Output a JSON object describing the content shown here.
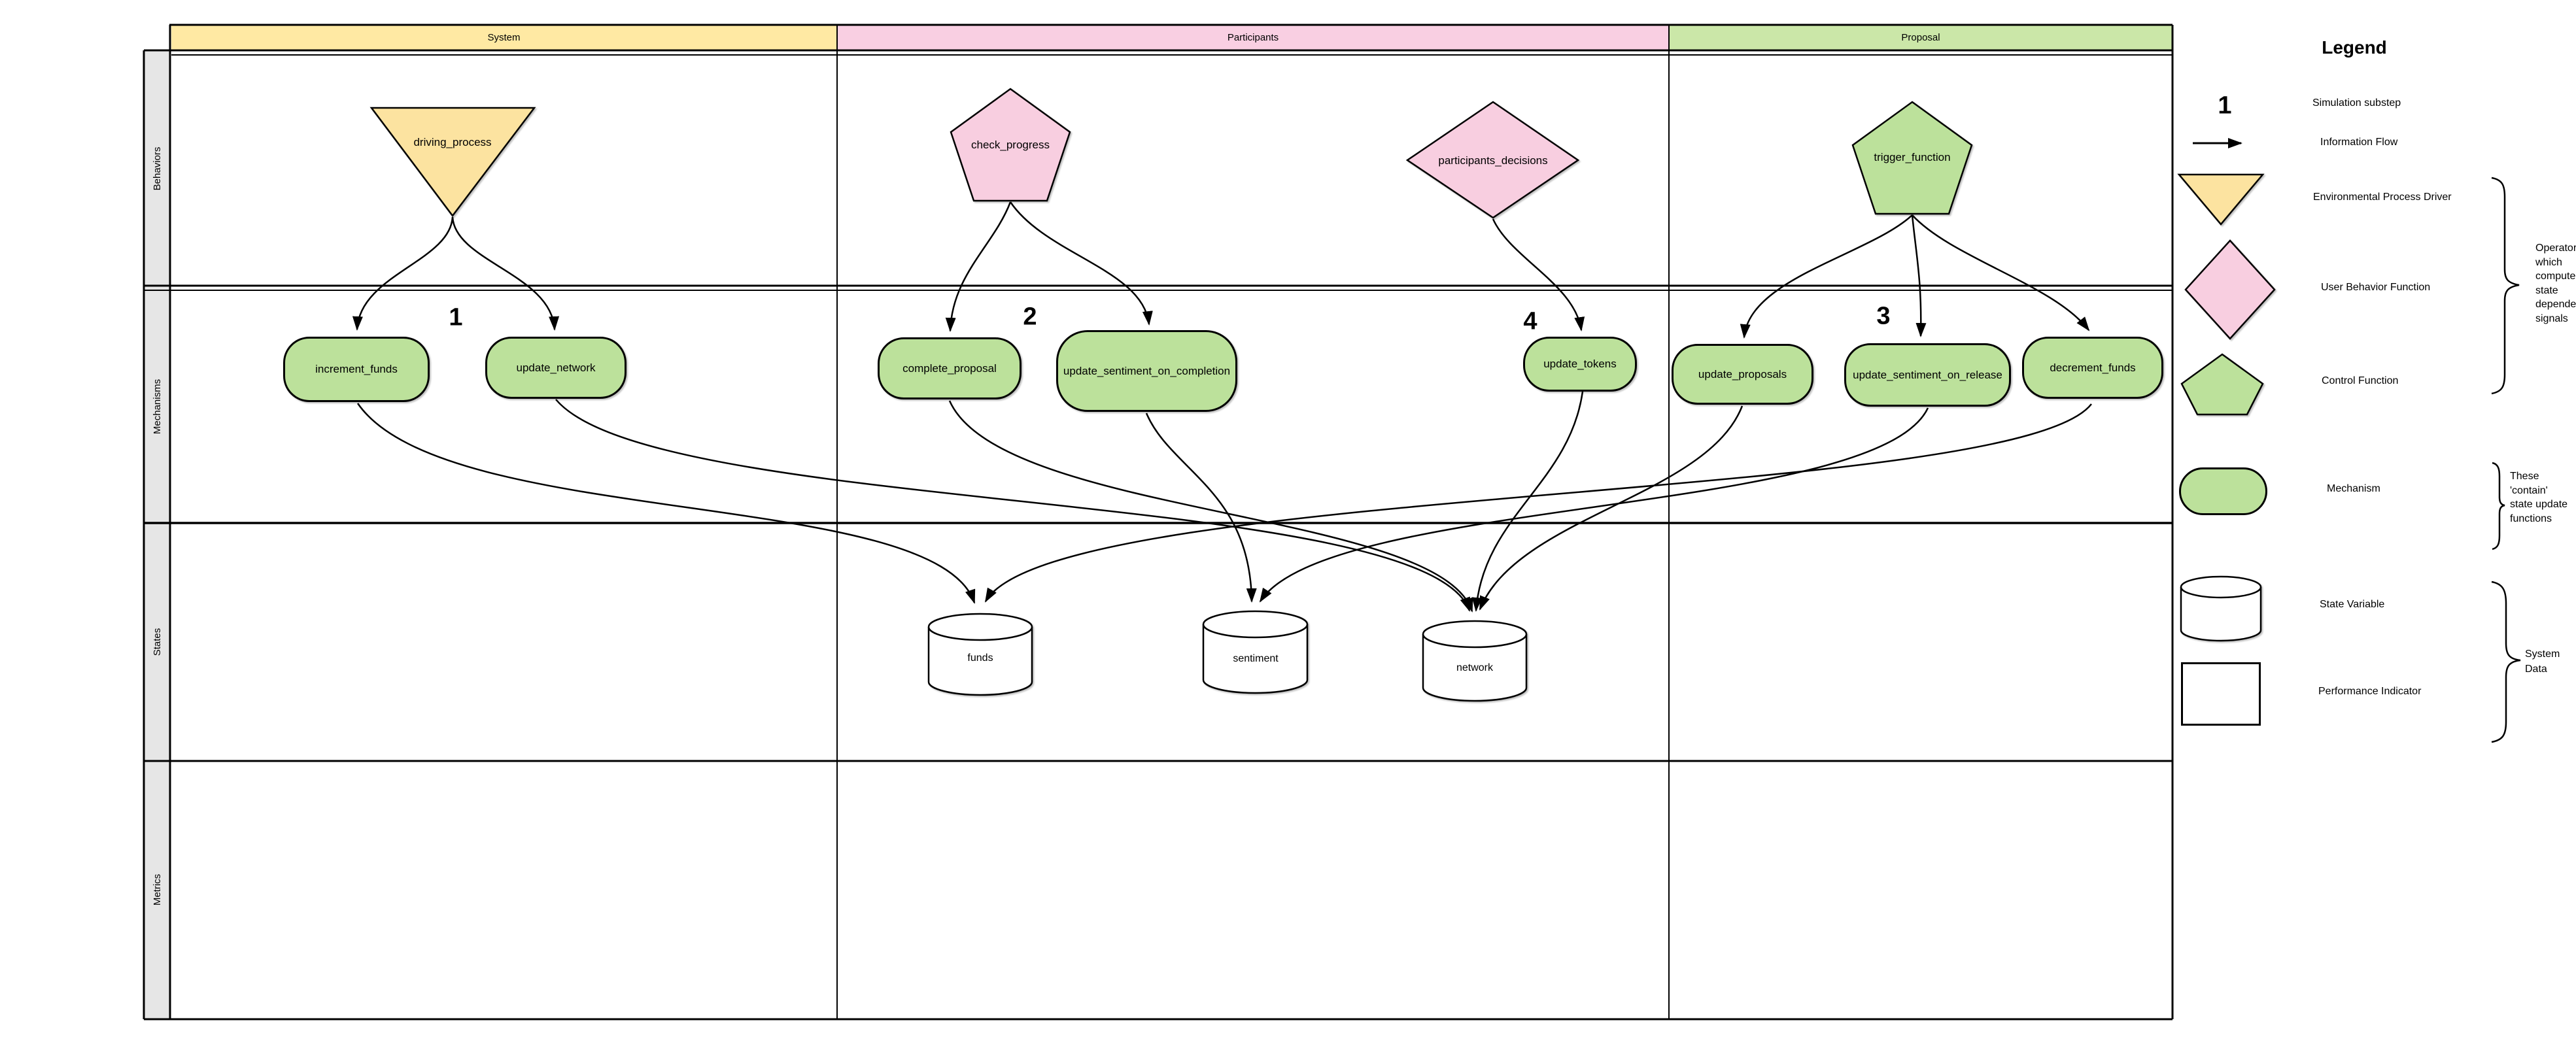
{
  "diagram": {
    "columns": [
      {
        "label": "System"
      },
      {
        "label": "Participants"
      },
      {
        "label": "Proposal"
      }
    ],
    "rows": [
      {
        "label": "Behaviors"
      },
      {
        "label": "Mechanisms"
      },
      {
        "label": "States"
      },
      {
        "label": "Metrics"
      }
    ],
    "behaviors": [
      {
        "label": "driving_process",
        "shape": "triangle-down",
        "column": "System"
      },
      {
        "label": "check_progress",
        "shape": "pentagon",
        "column": "Participants"
      },
      {
        "label": "participants_decisions",
        "shape": "diamond",
        "column": "Participants"
      },
      {
        "label": "trigger_function",
        "shape": "pentagon",
        "column": "Proposal"
      }
    ],
    "substeps": [
      "1",
      "2",
      "4",
      "3"
    ],
    "mechanisms": [
      {
        "label": "increment_funds"
      },
      {
        "label": "update_network"
      },
      {
        "label": "complete_proposal"
      },
      {
        "label": "update_sentiment_on_completion"
      },
      {
        "label": "update_tokens"
      },
      {
        "label": "update_proposals"
      },
      {
        "label": "update_sentiment_on_release"
      },
      {
        "label": "decrement_funds"
      }
    ],
    "states": [
      {
        "label": "funds"
      },
      {
        "label": "sentiment"
      },
      {
        "label": "network"
      }
    ],
    "flows": [
      "driving_process->increment_funds",
      "driving_process->update_network",
      "check_progress->complete_proposal",
      "check_progress->update_sentiment_on_completion",
      "participants_decisions->update_tokens",
      "trigger_function->update_proposals",
      "trigger_function->update_sentiment_on_release",
      "trigger_function->decrement_funds",
      "increment_funds->funds",
      "decrement_funds->funds",
      "update_network->network",
      "complete_proposal->network",
      "update_tokens->network",
      "update_proposals->network",
      "update_sentiment_on_completion->sentiment",
      "update_sentiment_on_release->sentiment"
    ]
  },
  "legend": {
    "title": "Legend",
    "substep_symbol": "1",
    "items": [
      {
        "icon": "substep-number",
        "label": "Simulation substep"
      },
      {
        "icon": "arrow",
        "label": "Information Flow"
      },
      {
        "icon": "yellow-triangle",
        "label": "Environmental Process Driver"
      },
      {
        "icon": "pink-diamond",
        "label": "User Behavior Function"
      },
      {
        "icon": "green-pentagon",
        "label": "Control Function"
      },
      {
        "icon": "green-pill",
        "label": "Mechanism"
      },
      {
        "icon": "cylinder",
        "label": "State Variable"
      },
      {
        "icon": "square",
        "label": "Performance Indicator"
      }
    ],
    "annotations": {
      "operators": "Operators which compute state dependent signals",
      "mechanisms": "These 'contain' state update functions",
      "system_data": "System Data"
    }
  },
  "colors": {
    "canvas_bg": "#FFFFFF",
    "header_yellow": "#FFE9A3",
    "header_pink": "#F9CFE2",
    "header_green": "#CBE7A8",
    "shape_yellow": "#FCE3A0",
    "shape_pink": "#F8CEE0",
    "shape_green": "#BCE19B",
    "lane_label_bg": "#E6E6E6",
    "stroke": "#000000"
  }
}
